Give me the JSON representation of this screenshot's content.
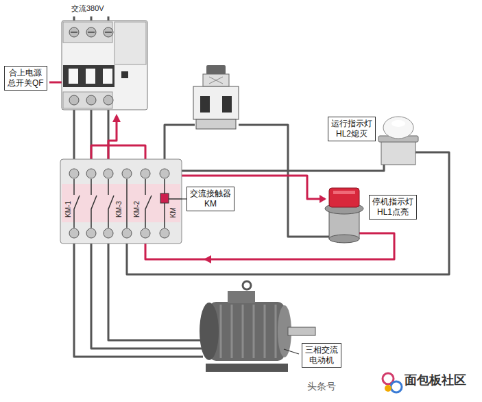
{
  "diagram": {
    "nodes": [
      {
        "text": [
          "合上电源 总开关QF"
        ]
      },
      {
        "text": [
          "KM-1",
          "KM-3",
          "KM-2",
          "KM"
        ]
      },
      {
        "text": [
          "交流接触器 KM"
        ]
      },
      {
        "text": [
          "运行指示灯 HL2熄灭"
        ]
      },
      {
        "text": [
          "停机指示灯 HL1点亮"
        ]
      },
      {
        "text": [
          "三相交流 电动机"
        ]
      }
    ],
    "edges": [
      {
        "from": 1,
        "to": 2,
        "arrow": "none"
      }
    ],
    "labels": [
      "交流380V",
      "头条号",
      "面包板社区"
    ]
  }
}
